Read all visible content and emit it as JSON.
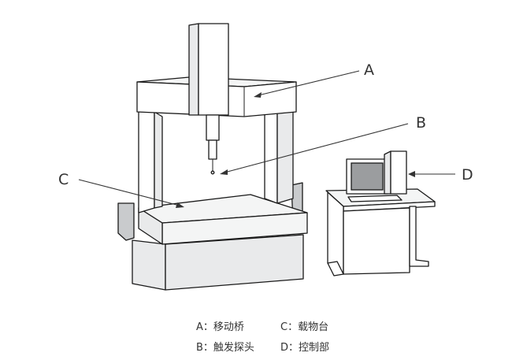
{
  "callouts": {
    "a": "A",
    "b": "B",
    "c": "C",
    "d": "D"
  },
  "legend": {
    "a": "A：移动桥",
    "b": "B：触发探头",
    "c": "C：载物台",
    "d": "D：控制部"
  }
}
